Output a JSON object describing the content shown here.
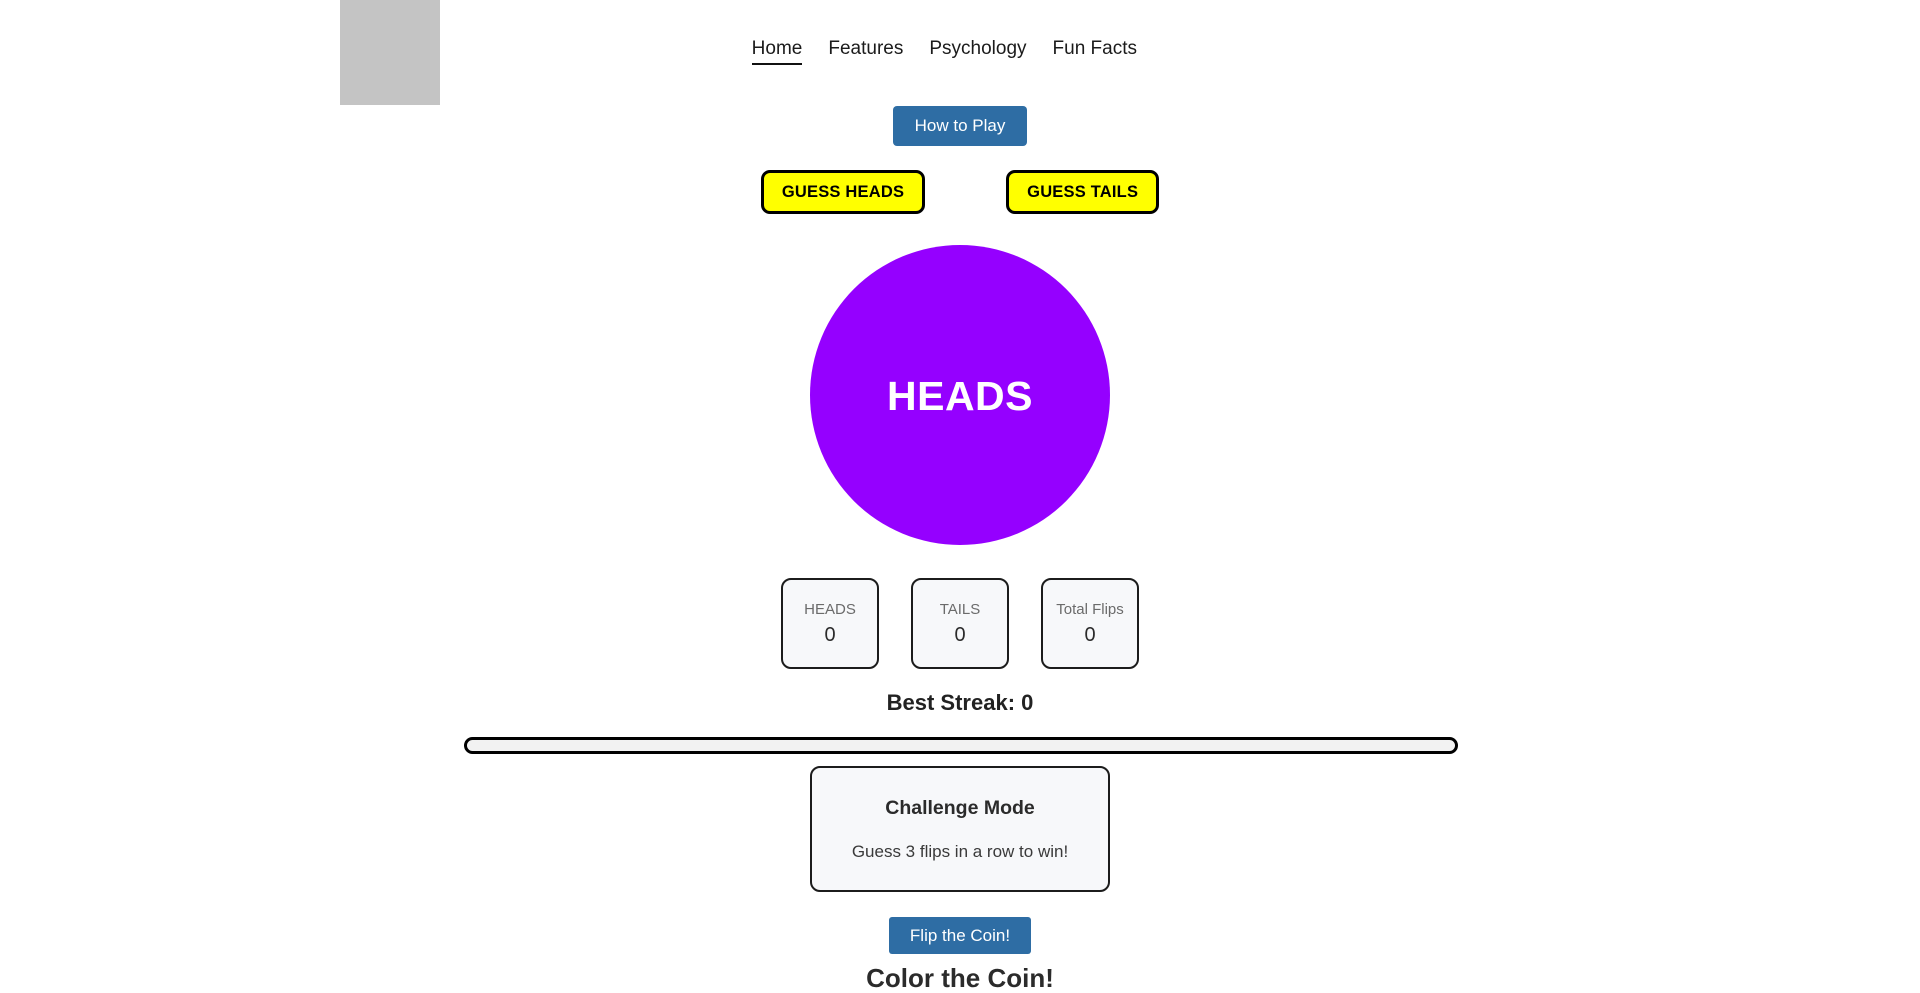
{
  "header": {
    "logo": {
      "icon": "broken-image-placeholder"
    },
    "nav": [
      {
        "label": "Home",
        "active": true
      },
      {
        "label": "Features",
        "active": false
      },
      {
        "label": "Psychology",
        "active": false
      },
      {
        "label": "Fun Facts",
        "active": false
      }
    ]
  },
  "actions": {
    "how_to_play_label": "How to Play",
    "guess_heads_label": "GUESS HEADS",
    "guess_tails_label": "GUESS TAILS",
    "flip_label": "Flip the Coin!"
  },
  "coin": {
    "face_label": "HEADS",
    "color": "#9500ff",
    "text_color": "#ffffff"
  },
  "stats": [
    {
      "label": "HEADS",
      "value": "0"
    },
    {
      "label": "TAILS",
      "value": "0"
    },
    {
      "label": "Total Flips",
      "value": "0"
    }
  ],
  "best_streak_text": "Best Streak: 0",
  "progress": {
    "percent": 0
  },
  "challenge": {
    "title": "Challenge Mode",
    "subtitle": "Guess 3 flips in a row to win!"
  },
  "color_section": {
    "heading": "Color the Coin!"
  },
  "colors": {
    "accent_blue": "#2e6da4",
    "guess_yellow": "#ffff00",
    "coin_purple": "#9500ff",
    "border_black": "#000000",
    "panel_bg": "#f7f8fa"
  }
}
